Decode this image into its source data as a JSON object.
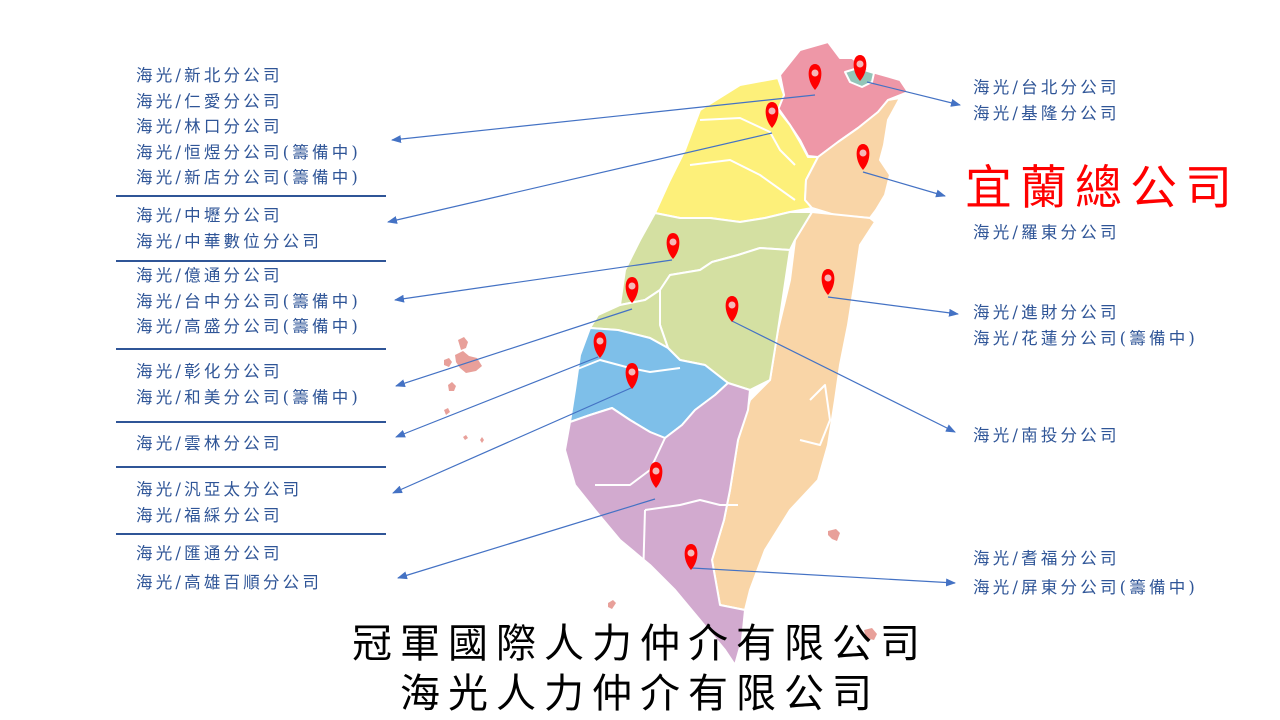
{
  "left_groups": [
    {
      "region": "new-taipei",
      "lines": [
        "海光/新北分公司",
        "海光/仁愛分公司",
        "海光/林口分公司",
        "海光/恒煜分公司(籌備中)",
        "海光/新店分公司(籌備中)"
      ]
    },
    {
      "region": "taoyuan",
      "lines": [
        "海光/中壢分公司",
        "海光/中華數位分公司"
      ]
    },
    {
      "region": "taichung",
      "lines": [
        "海光/億通分公司",
        "海光/台中分公司(籌備中)",
        "海光/高盛分公司(籌備中)"
      ]
    },
    {
      "region": "changhua",
      "lines": [
        "海光/彰化分公司",
        "海光/和美分公司(籌備中)"
      ]
    },
    {
      "region": "yunlin",
      "lines": [
        "海光/雲林分公司"
      ]
    },
    {
      "region": "chiayi",
      "lines": [
        "海光/汎亞太分公司",
        "海光/福綵分公司"
      ]
    },
    {
      "region": "kaohsiung",
      "lines": [
        "海光/匯通分公司",
        "海光/高雄百順分公司"
      ]
    }
  ],
  "right_groups": [
    {
      "region": "taipei-keelung",
      "lines": [
        "海光/台北分公司",
        "海光/基隆分公司"
      ]
    },
    {
      "region": "yilan",
      "lines": [
        "海光/羅東分公司"
      ]
    },
    {
      "region": "hualien",
      "lines": [
        "海光/進財分公司",
        "海光/花蓮分公司(籌備中)"
      ]
    },
    {
      "region": "nantou",
      "lines": [
        "海光/南投分公司"
      ]
    },
    {
      "region": "pingtung",
      "lines": [
        "海光/耆福分公司",
        "海光/屏東分公司(籌備中)"
      ]
    }
  ],
  "headquarters": {
    "label": "宜蘭總公司",
    "color": "#ff0000"
  },
  "footer": {
    "line1": "冠軍國際人力仲介有限公司",
    "line2": "海光人力仲介有限公司"
  },
  "colors": {
    "text_blue": "#2f5597",
    "arrow_blue": "#4472c4",
    "pin_red": "#ff0000",
    "region_pink": "#ee97a7",
    "region_yellow": "#fdf07a",
    "region_orange": "#f9d5a7",
    "region_green": "#d4e0a2",
    "region_blue": "#7ebfe9",
    "region_purple": "#d2aacf",
    "region_teal": "#93c5b8",
    "islands": "#e8a09a"
  }
}
